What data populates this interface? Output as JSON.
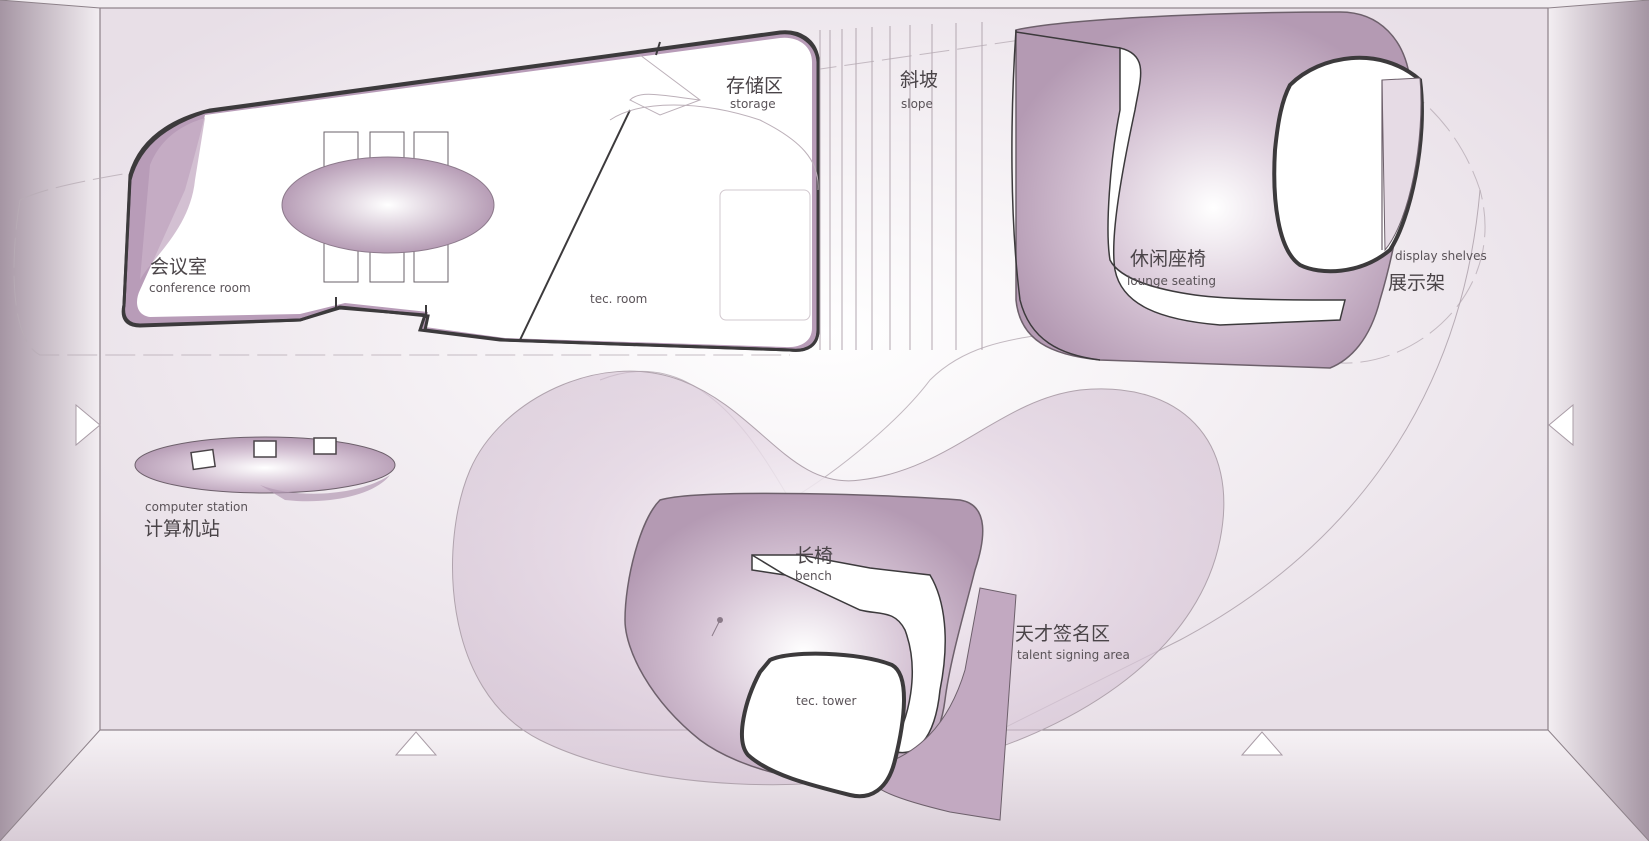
{
  "labels": {
    "conference_cn": "会议室",
    "conference_en": "conference room",
    "storage_cn": "存储区",
    "storage_en": "storage",
    "tec_room": "tec. room",
    "slope_cn": "斜坡",
    "slope_en": "slope",
    "lounge_cn": "休闲座椅",
    "lounge_en": "lounge seating",
    "display_en": "display shelves",
    "display_cn": "展示架",
    "computer_en": "computer station",
    "computer_cn": "计算机站",
    "bench_cn": "长椅",
    "bench_en": "bench",
    "talent_cn": "天才签名区",
    "talent_en": "talent signing area",
    "tec_tower": "tec. tower"
  },
  "colors": {
    "background": "#efe9ee",
    "wall_shade": "#c9bcc7",
    "mauve": "#b89cb8",
    "mauve_light": "#dccfdc",
    "outline": "#3c3a3c",
    "white": "#ffffff"
  }
}
